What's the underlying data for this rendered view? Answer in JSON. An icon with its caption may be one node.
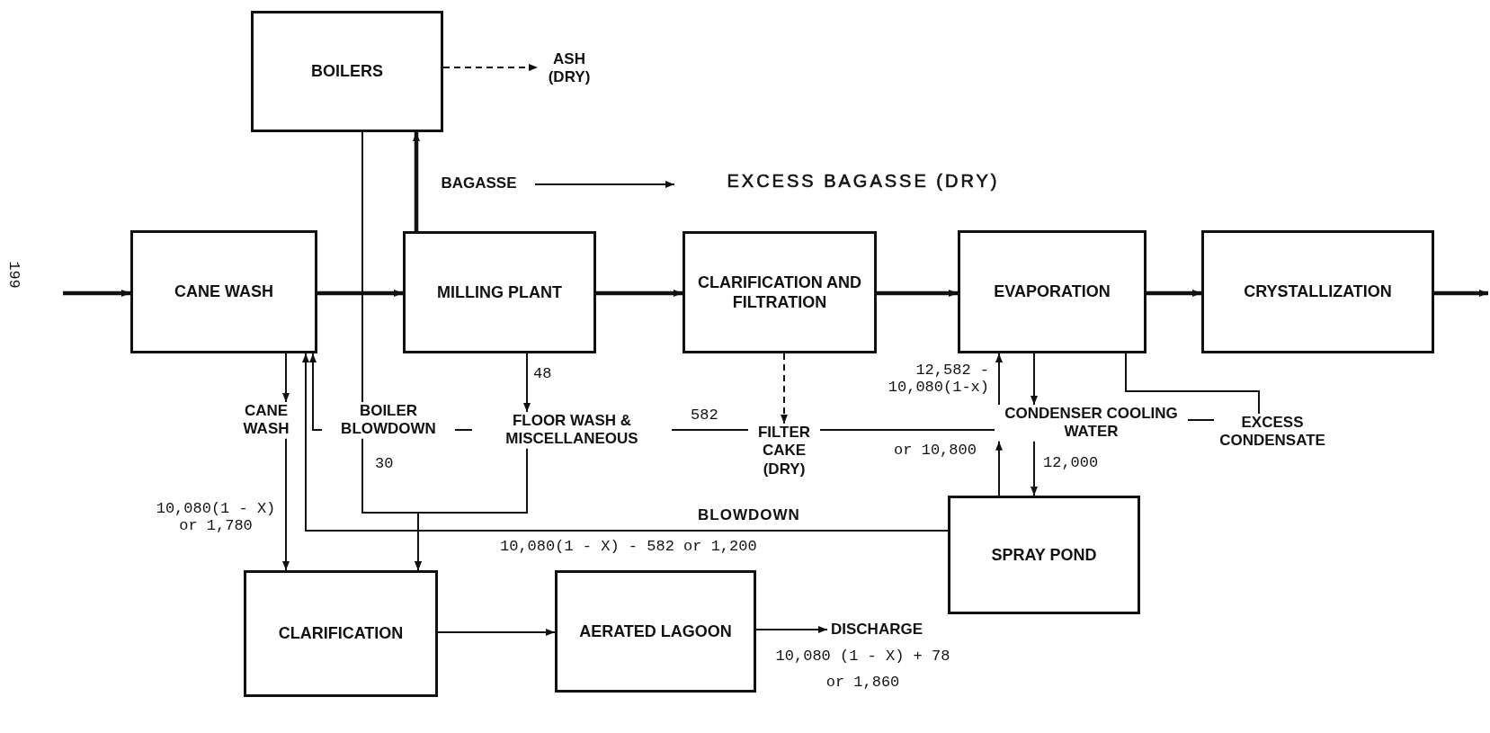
{
  "diagram": {
    "nodes": [
      {
        "text": [
          "BOILERS"
        ]
      },
      {
        "text": [
          "ASH (DRY)"
        ]
      },
      {
        "text": [
          "BAGASSE"
        ]
      },
      {
        "text": [
          "EXCESS BAGASSE (DRY)"
        ]
      },
      {
        "text": [
          "CANE WASH"
        ]
      },
      {
        "text": [
          "MILLING PLANT"
        ]
      },
      {
        "text": [
          "CLARIFICATION AND FILTRATION"
        ]
      },
      {
        "text": [
          "EVAPORATION"
        ]
      },
      {
        "text": [
          "CRYSTALLIZATION"
        ]
      },
      {
        "text": [
          "CANE WASH"
        ]
      },
      {
        "text": [
          "BOILER BLOWDOWN"
        ]
      },
      {
        "text": [
          "FLOOR WASH & MISCELLANEOUS"
        ]
      },
      {
        "text": [
          "FILTER CAKE (DRY)"
        ]
      },
      {
        "text": [
          "CONDENSER COOLING WATER"
        ]
      },
      {
        "text": [
          "EXCESS CONDENSATE"
        ]
      },
      {
        "text": [
          "SPRAY POND"
        ]
      },
      {
        "text": [
          "CLARIFICATION"
        ]
      },
      {
        "text": [
          "AERATED LAGOON"
        ]
      },
      {
        "text": [
          "DISCHARGE"
        ],
        "beside": [
          "10,080 (1 - X) + 78 or 1,860"
        ]
      }
    ],
    "edges": [
      {
        "from": null,
        "to": 4,
        "arrow": "to",
        "style": "thick"
      },
      {
        "from": 4,
        "to": 5,
        "arrow": "to",
        "style": "thick"
      },
      {
        "from": 5,
        "to": 6,
        "arrow": "to",
        "style": "thick"
      },
      {
        "from": 6,
        "to": 7,
        "arrow": "to",
        "style": "thick"
      },
      {
        "from": 7,
        "to": 8,
        "arrow": "to",
        "style": "thick"
      },
      {
        "from": 8,
        "to": null,
        "arrow": "to",
        "style": "thick"
      },
      {
        "from": 5,
        "to": 0,
        "arrow": "to",
        "style": "thick"
      },
      {
        "from": 0,
        "to": 1,
        "arrow": "to",
        "style": "dashed"
      },
      {
        "from": 2,
        "to": 3,
        "arrow": "to"
      },
      {
        "from": 4,
        "to": 9,
        "arrow": "to"
      },
      {
        "from": 9,
        "to": 16,
        "arrow": "to",
        "label": "10,080(1 - X) or 1,780"
      },
      {
        "from": 0,
        "to": 10,
        "arrow": "none"
      },
      {
        "from": 10,
        "to": 16,
        "arrow": "to",
        "label": "30"
      },
      {
        "from": 5,
        "to": 11,
        "arrow": "to",
        "label": "48"
      },
      {
        "from": 11,
        "to": 16,
        "arrow": "to"
      },
      {
        "from": 13,
        "to": 12,
        "arrow": "none"
      },
      {
        "from": 12,
        "to": 11,
        "arrow": "none",
        "label": "582"
      },
      {
        "from": 11,
        "to": 10,
        "arrow": "none"
      },
      {
        "from": 10,
        "to": 4,
        "arrow": "to"
      },
      {
        "from": 15,
        "to": 4,
        "arrow": "to",
        "label": "BLOWDOWN"
      },
      {
        "from": 6,
        "to": 12,
        "arrow": "to",
        "style": "dashed"
      },
      {
        "from": 13,
        "to": 7,
        "arrow": "to",
        "label": "12,582 - 10,080(1-x)"
      },
      {
        "from": 7,
        "to": 13,
        "arrow": "to"
      },
      {
        "from": 13,
        "to": 15,
        "arrow": "to",
        "label": "12,000"
      },
      {
        "from": 15,
        "to": 13,
        "arrow": "to",
        "label": "or 10,800"
      },
      {
        "from": 7,
        "to": 14,
        "arrow": "none"
      },
      {
        "from": 13,
        "to": 14,
        "arrow": "none"
      },
      {
        "from": 16,
        "to": 17,
        "arrow": "to"
      },
      {
        "from": 17,
        "to": 18,
        "arrow": "to"
      }
    ],
    "labels": [
      "199",
      "10,080(1 - X) - 582 or 1,200"
    ]
  }
}
